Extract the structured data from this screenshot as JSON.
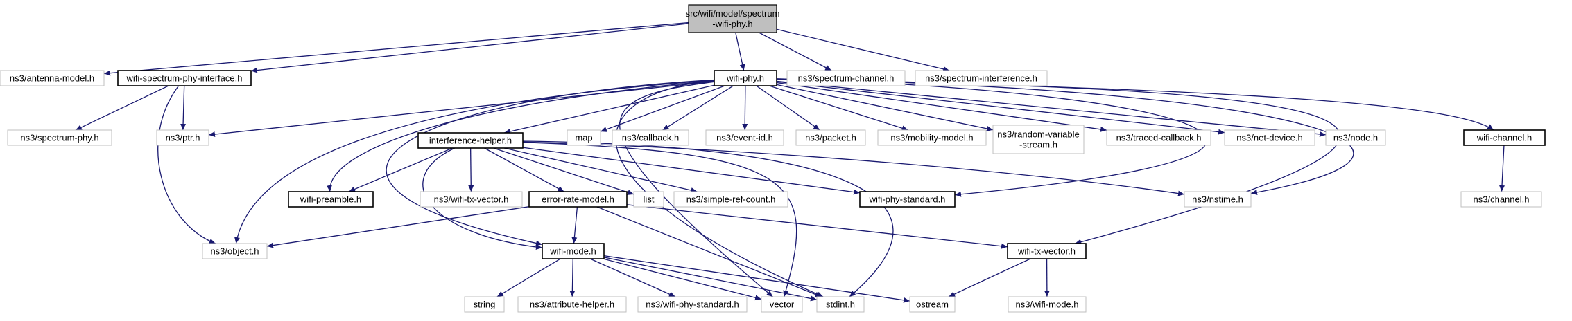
{
  "root": {
    "id": "spectrum-wifi-phy",
    "label_lines": [
      "src/wifi/model/spectrum",
      "-wifi-phy.h"
    ]
  },
  "nodes": [
    {
      "id": "spectrum-wifi-phy",
      "label_lines": [
        "src/wifi/model/spectrum",
        "-wifi-phy.h"
      ],
      "style": "root"
    },
    {
      "id": "antenna-model",
      "label_lines": [
        "ns3/antenna-model.h"
      ],
      "style": "external"
    },
    {
      "id": "wifi-spectrum-phy-interface",
      "label_lines": [
        "wifi-spectrum-phy-interface.h"
      ],
      "style": "local"
    },
    {
      "id": "wifi-phy",
      "label_lines": [
        "wifi-phy.h"
      ],
      "style": "local"
    },
    {
      "id": "spectrum-channel",
      "label_lines": [
        "ns3/spectrum-channel.h"
      ],
      "style": "external"
    },
    {
      "id": "spectrum-interference",
      "label_lines": [
        "ns3/spectrum-interference.h"
      ],
      "style": "external"
    },
    {
      "id": "spectrum-phy",
      "label_lines": [
        "ns3/spectrum-phy.h"
      ],
      "style": "external"
    },
    {
      "id": "ptr",
      "label_lines": [
        "ns3/ptr.h"
      ],
      "style": "external"
    },
    {
      "id": "interference-helper",
      "label_lines": [
        "interference-helper.h"
      ],
      "style": "local"
    },
    {
      "id": "map",
      "label_lines": [
        "map"
      ],
      "style": "external"
    },
    {
      "id": "callback",
      "label_lines": [
        "ns3/callback.h"
      ],
      "style": "external"
    },
    {
      "id": "event-id",
      "label_lines": [
        "ns3/event-id.h"
      ],
      "style": "external"
    },
    {
      "id": "packet",
      "label_lines": [
        "ns3/packet.h"
      ],
      "style": "external"
    },
    {
      "id": "mobility-model",
      "label_lines": [
        "ns3/mobility-model.h"
      ],
      "style": "external"
    },
    {
      "id": "random-variable-stream",
      "label_lines": [
        "ns3/random-variable",
        "-stream.h"
      ],
      "style": "external"
    },
    {
      "id": "traced-callback",
      "label_lines": [
        "ns3/traced-callback.h"
      ],
      "style": "external"
    },
    {
      "id": "net-device",
      "label_lines": [
        "ns3/net-device.h"
      ],
      "style": "external"
    },
    {
      "id": "node",
      "label_lines": [
        "ns3/node.h"
      ],
      "style": "external"
    },
    {
      "id": "wifi-channel",
      "label_lines": [
        "wifi-channel.h"
      ],
      "style": "local"
    },
    {
      "id": "wifi-preamble",
      "label_lines": [
        "wifi-preamble.h"
      ],
      "style": "local"
    },
    {
      "id": "wifi-tx-vector-ns3",
      "label_lines": [
        "ns3/wifi-tx-vector.h"
      ],
      "style": "external"
    },
    {
      "id": "error-rate-model",
      "label_lines": [
        "error-rate-model.h"
      ],
      "style": "local"
    },
    {
      "id": "list",
      "label_lines": [
        "list"
      ],
      "style": "external"
    },
    {
      "id": "simple-ref-count",
      "label_lines": [
        "ns3/simple-ref-count.h"
      ],
      "style": "external"
    },
    {
      "id": "wifi-phy-standard",
      "label_lines": [
        "wifi-phy-standard.h"
      ],
      "style": "local"
    },
    {
      "id": "nstime",
      "label_lines": [
        "ns3/nstime.h"
      ],
      "style": "external"
    },
    {
      "id": "channel",
      "label_lines": [
        "ns3/channel.h"
      ],
      "style": "external"
    },
    {
      "id": "object",
      "label_lines": [
        "ns3/object.h"
      ],
      "style": "external"
    },
    {
      "id": "wifi-mode",
      "label_lines": [
        "wifi-mode.h"
      ],
      "style": "local"
    },
    {
      "id": "wifi-tx-vector",
      "label_lines": [
        "wifi-tx-vector.h"
      ],
      "style": "local"
    },
    {
      "id": "string",
      "label_lines": [
        "string"
      ],
      "style": "external"
    },
    {
      "id": "attribute-helper",
      "label_lines": [
        "ns3/attribute-helper.h"
      ],
      "style": "external"
    },
    {
      "id": "wifi-phy-standard-ns3",
      "label_lines": [
        "ns3/wifi-phy-standard.h"
      ],
      "style": "external"
    },
    {
      "id": "vector",
      "label_lines": [
        "vector"
      ],
      "style": "external"
    },
    {
      "id": "stdint",
      "label_lines": [
        "stdint.h"
      ],
      "style": "external"
    },
    {
      "id": "ostream",
      "label_lines": [
        "ostream"
      ],
      "style": "external"
    },
    {
      "id": "wifi-mode-ns3",
      "label_lines": [
        "ns3/wifi-mode.h"
      ],
      "style": "external"
    }
  ],
  "edges": [
    [
      "spectrum-wifi-phy",
      "antenna-model"
    ],
    [
      "spectrum-wifi-phy",
      "wifi-spectrum-phy-interface"
    ],
    [
      "spectrum-wifi-phy",
      "wifi-phy"
    ],
    [
      "spectrum-wifi-phy",
      "spectrum-channel"
    ],
    [
      "spectrum-wifi-phy",
      "spectrum-interference"
    ],
    [
      "wifi-spectrum-phy-interface",
      "spectrum-phy"
    ],
    [
      "wifi-spectrum-phy-interface",
      "ptr"
    ],
    [
      "wifi-spectrum-phy-interface",
      "object"
    ],
    [
      "wifi-phy",
      "ptr"
    ],
    [
      "wifi-phy",
      "interference-helper"
    ],
    [
      "wifi-phy",
      "map"
    ],
    [
      "wifi-phy",
      "callback"
    ],
    [
      "wifi-phy",
      "event-id"
    ],
    [
      "wifi-phy",
      "packet"
    ],
    [
      "wifi-phy",
      "mobility-model"
    ],
    [
      "wifi-phy",
      "random-variable-stream"
    ],
    [
      "wifi-phy",
      "traced-callback"
    ],
    [
      "wifi-phy",
      "net-device"
    ],
    [
      "wifi-phy",
      "node"
    ],
    [
      "wifi-phy",
      "wifi-channel"
    ],
    [
      "wifi-phy",
      "object"
    ],
    [
      "wifi-phy",
      "wifi-preamble"
    ],
    [
      "wifi-phy",
      "wifi-mode"
    ],
    [
      "wifi-phy",
      "wifi-phy-standard"
    ],
    [
      "wifi-phy",
      "nstime"
    ],
    [
      "wifi-phy",
      "wifi-tx-vector"
    ],
    [
      "wifi-phy",
      "stdint"
    ],
    [
      "wifi-phy",
      "vector"
    ],
    [
      "interference-helper",
      "wifi-preamble"
    ],
    [
      "interference-helper",
      "wifi-tx-vector-ns3"
    ],
    [
      "interference-helper",
      "error-rate-model"
    ],
    [
      "interference-helper",
      "list"
    ],
    [
      "interference-helper",
      "simple-ref-count"
    ],
    [
      "interference-helper",
      "wifi-phy-standard"
    ],
    [
      "interference-helper",
      "nstime"
    ],
    [
      "interference-helper",
      "wifi-mode"
    ],
    [
      "interference-helper",
      "vector"
    ],
    [
      "interference-helper",
      "stdint"
    ],
    [
      "wifi-channel",
      "channel"
    ],
    [
      "error-rate-model",
      "object"
    ],
    [
      "error-rate-model",
      "wifi-mode"
    ],
    [
      "error-rate-model",
      "wifi-tx-vector"
    ],
    [
      "error-rate-model",
      "stdint"
    ],
    [
      "wifi-mode",
      "string"
    ],
    [
      "wifi-mode",
      "attribute-helper"
    ],
    [
      "wifi-mode",
      "wifi-phy-standard-ns3"
    ],
    [
      "wifi-mode",
      "vector"
    ],
    [
      "wifi-mode",
      "stdint"
    ],
    [
      "wifi-mode",
      "ostream"
    ],
    [
      "wifi-tx-vector",
      "ostream"
    ],
    [
      "wifi-tx-vector",
      "wifi-mode-ns3"
    ]
  ],
  "colors": {
    "root_fill": "#bfbfbf",
    "root_stroke": "#000000",
    "local_stroke": "#000000",
    "external_stroke": "#bfbfbf",
    "external_text": "#404040",
    "edge": "#191970"
  }
}
